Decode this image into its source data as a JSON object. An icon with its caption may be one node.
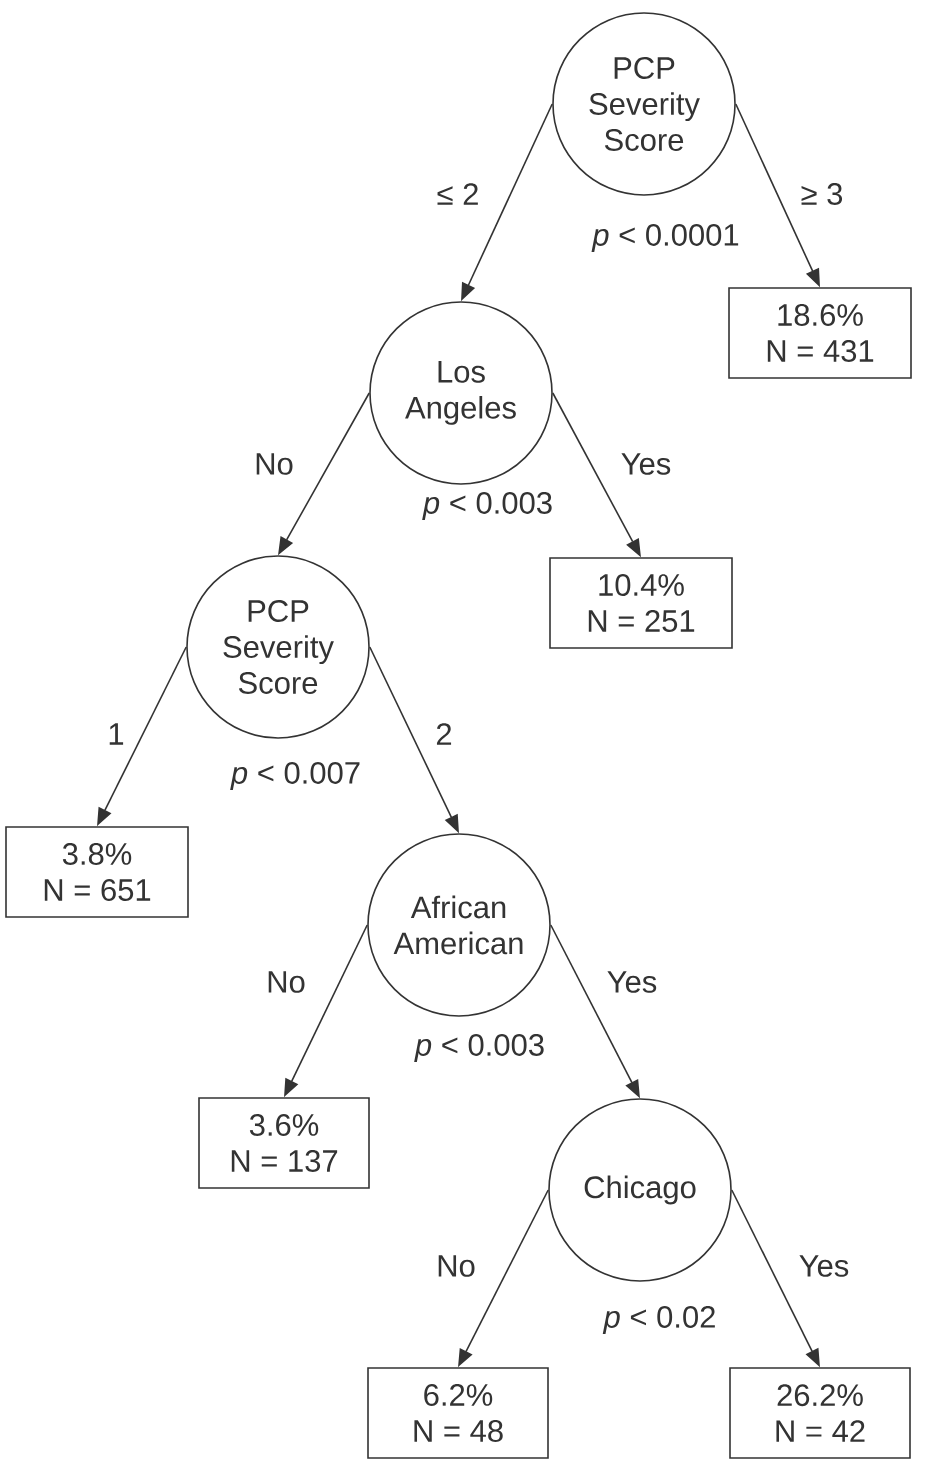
{
  "diagram": {
    "nodes": [
      {
        "text": [
          "PCP Severity Score"
        ],
        "beside": [
          "*p* < 0.0001"
        ]
      },
      {
        "text": [
          "18.6%",
          "N = 431"
        ]
      },
      {
        "text": [
          "Los Angeles"
        ],
        "beside": [
          "*p* < 0.003"
        ]
      },
      {
        "text": [
          "10.4%",
          "N = 251"
        ]
      },
      {
        "text": [
          "PCP Severity Score"
        ],
        "beside": [
          "*p* < 0.007"
        ]
      },
      {
        "text": [
          "3.8%",
          "N = 651"
        ]
      },
      {
        "text": [
          "African American"
        ],
        "beside": [
          "*p* < 0.003"
        ]
      },
      {
        "text": [
          "3.6%",
          "N = 137"
        ]
      },
      {
        "text": [
          "Chicago"
        ],
        "beside": [
          "*p* < 0.02"
        ]
      },
      {
        "text": [
          "6.2%",
          "N = 48"
        ]
      },
      {
        "text": [
          "26.2%",
          "N = 42"
        ]
      }
    ],
    "edges": [
      {
        "from": 0,
        "to": 2,
        "arrow": "to",
        "label": "≤ 2"
      },
      {
        "from": 0,
        "to": 1,
        "arrow": "to",
        "label": "≥ 3"
      },
      {
        "from": 2,
        "to": 4,
        "arrow": "to",
        "label": "No"
      },
      {
        "from": 2,
        "to": 3,
        "arrow": "to",
        "label": "Yes"
      },
      {
        "from": 4,
        "to": 5,
        "arrow": "to",
        "label": "1"
      },
      {
        "from": 4,
        "to": 6,
        "arrow": "to",
        "label": "2"
      },
      {
        "from": 6,
        "to": 7,
        "arrow": "to",
        "label": "No"
      },
      {
        "from": 6,
        "to": 8,
        "arrow": "to",
        "label": "Yes"
      },
      {
        "from": 8,
        "to": 9,
        "arrow": "to",
        "label": "No"
      },
      {
        "from": 8,
        "to": 10,
        "arrow": "to",
        "label": "Yes"
      }
    ]
  }
}
